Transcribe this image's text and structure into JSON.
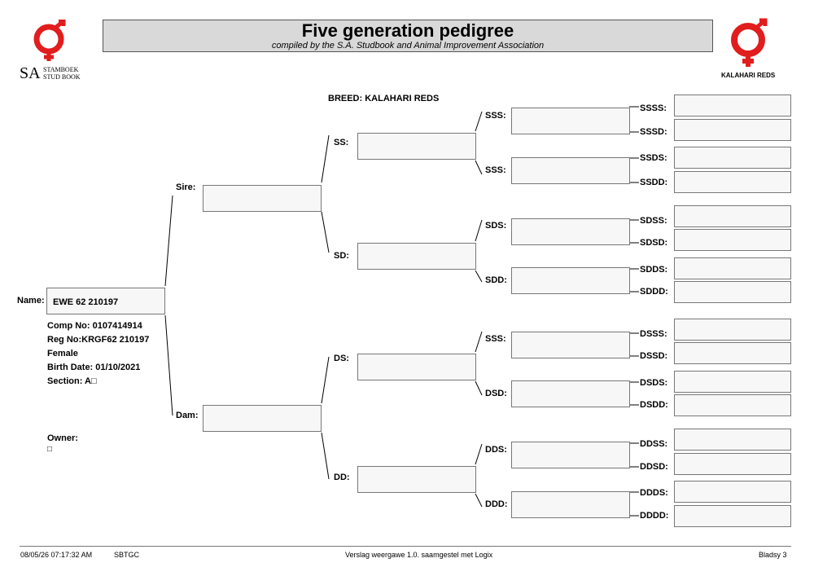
{
  "header": {
    "title": "Five generation pedigree",
    "subtitle": "compiled by the S.A. Studbook and Animal Improvement Association",
    "left_logo": {
      "sa": "SA",
      "line1": "STAMBOEK",
      "line2": "STUD BOOK"
    },
    "right_logo_text": "KALAHARI REDS",
    "logo_color": "#e11d1d"
  },
  "breed": "BREED: KALAHARI REDS",
  "animal": {
    "name_label": "Name:",
    "name_value": "EWE 62  210197",
    "comp_no": "Comp No: 0107414914",
    "reg_no": "Reg No:KRGF62  210197",
    "sex": "Female",
    "birth_date": "Birth Date: 01/10/2021",
    "section": "Section: A□",
    "owner_label": "Owner:",
    "owner_value": "□"
  },
  "labels": {
    "sire": "Sire:",
    "dam": "Dam:",
    "ss": "SS:",
    "sd": "SD:",
    "ds": "DS:",
    "dd": "DD:",
    "sss1": "SSS:",
    "sss2": "SSS:",
    "sds": "SDS:",
    "sdd": "SDD:",
    "dss": "SSS:",
    "dsd": "DSD:",
    "dds": "DDS:",
    "ddd": "DDD:",
    "ssss": "SSSS:",
    "sssd": "SSSD:",
    "ssds": "SSDS:",
    "ssdd": "SSDD:",
    "sdss": "SDSS:",
    "sdsd": "SDSD:",
    "sdds": "SDDS:",
    "sddd": "SDDD:",
    "dsss": "DSSS:",
    "dssd": "DSSD:",
    "dsds": "DSDS:",
    "dsdd": "DSDD:",
    "ddss": "DDSS:",
    "ddsd": "DDSD:",
    "ddds": "DDDS:",
    "dddd": "DDDD:"
  },
  "footer": {
    "datetime": "08/05/26 07:17:32 AM",
    "code": "SBTGC",
    "center": "Verslag weergawe 1.0. saamgestel met Logix",
    "page": "Bladsy 3"
  }
}
